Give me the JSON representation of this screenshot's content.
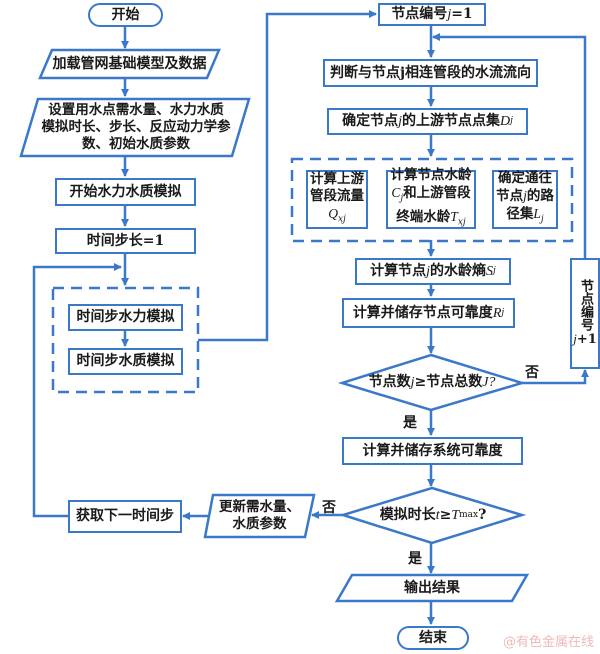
{
  "nodes": {
    "start": "开始",
    "load_model": "加载管网基础模型及数据",
    "set_params": [
      "设置用水点需水量、水力水质",
      "模拟时长、步长、反应动力学参",
      "数、初始水质参数"
    ],
    "begin_sim": "开始水力水质模拟",
    "time_step_init": "时间步长=1",
    "hydraulic_sim": "时间步水力模拟",
    "quality_sim": "时间步水质模拟",
    "node_init": {
      "prefix": "节点编号",
      "var": "j",
      "suffix": "=1"
    },
    "flow_direction": {
      "prefix": "判断与节点",
      "var": "j",
      "suffix": "相连管段的水流流向"
    },
    "upstream_set": {
      "prefix": "确定节点",
      "var": "j",
      "mid": "的上游节点点集",
      "sym": "D",
      "sub": "j"
    },
    "calc_flow": {
      "line1": "计算上游",
      "line2": "管段流量",
      "sym": "Q",
      "sub": "xj"
    },
    "calc_age": {
      "line1": "计算节点水龄",
      "sym1": "C",
      "sub1": "j",
      "line2": "和上游管段",
      "line3": "终端水龄",
      "sym2": "T",
      "sub2": "xj"
    },
    "path_set": {
      "line1": "确定通往",
      "line2a": "节点",
      "var": "j",
      "line2b": "的路",
      "line3": "径集",
      "sym": "L",
      "sub": "j"
    },
    "age_entropy": {
      "prefix": "计算节点",
      "var": "j",
      "mid": "的水龄熵",
      "sym": "S",
      "sub": "j"
    },
    "node_reliability": {
      "prefix": "计算并储存节点可靠度",
      "sym": "R",
      "sub": "j"
    },
    "node_check": {
      "prefix": "节点数",
      "var": "j",
      "mid": "≥节点总数",
      "sym": "J",
      "suffix": "?"
    },
    "node_increment": {
      "text": "节点编号",
      "var": "j",
      "suffix": "+1"
    },
    "system_reliability": "计算并储存系统可靠度",
    "time_check": {
      "prefix": "模拟时长",
      "var": "t",
      "mid": "≥",
      "sym": "T",
      "sub": "max",
      "suffix": "?"
    },
    "update_params": [
      "更新需水量、",
      "水质参数"
    ],
    "next_step": "获取下一时间步",
    "output": "输出结果",
    "end": "结束"
  },
  "edge_labels": {
    "yes": "是",
    "no": "否"
  },
  "colors": {
    "line": "#3a78c9",
    "text": "#1a1a1a",
    "watermark": "#f0b8b8"
  },
  "watermark": "@有色金属在线"
}
